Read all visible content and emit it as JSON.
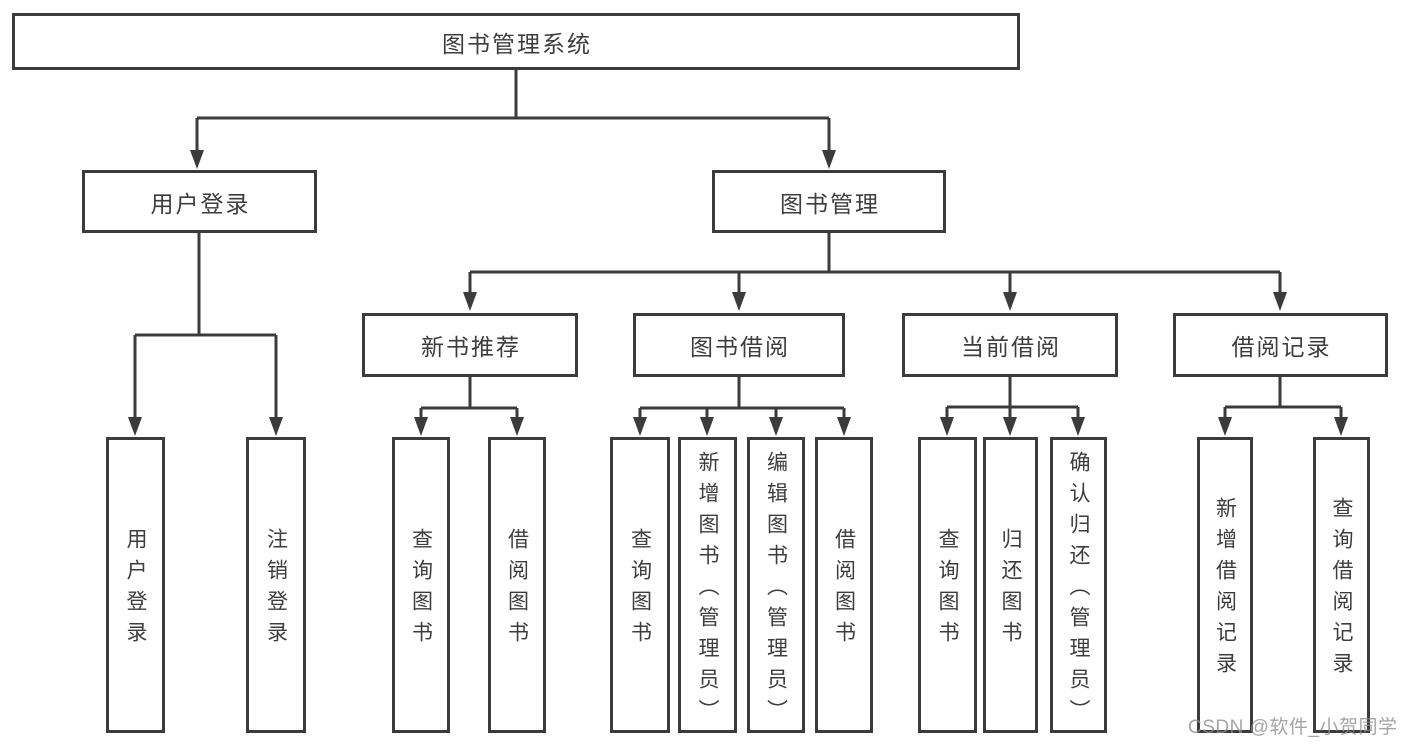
{
  "diagram": {
    "root": {
      "label": "图书管理系统"
    },
    "branches": [
      {
        "label": "用户登录",
        "children": [
          {
            "label": "用户登录"
          },
          {
            "label": "注销登录"
          }
        ]
      },
      {
        "label": "图书管理",
        "children": [
          {
            "label": "新书推荐",
            "children": [
              {
                "label": "查询图书"
              },
              {
                "label": "借阅图书"
              }
            ]
          },
          {
            "label": "图书借阅",
            "children": [
              {
                "label": "查询图书"
              },
              {
                "label": "新增图书（管理员）"
              },
              {
                "label": "编辑图书（管理员）"
              },
              {
                "label": "借阅图书"
              }
            ]
          },
          {
            "label": "当前借阅",
            "children": [
              {
                "label": "查询图书"
              },
              {
                "label": "归还图书"
              },
              {
                "label": "确认归还（管理员）"
              }
            ]
          },
          {
            "label": "借阅记录",
            "children": [
              {
                "label": "新增借阅记录"
              },
              {
                "label": "查询借阅记录"
              }
            ]
          }
        ]
      }
    ]
  },
  "watermark": {
    "text": "CSDN @软件_小贺同学",
    "color": "#8e8e8e"
  },
  "colors": {
    "line": "#3b3b3b",
    "text": "#3d3d3d",
    "background": "#ffffff"
  }
}
